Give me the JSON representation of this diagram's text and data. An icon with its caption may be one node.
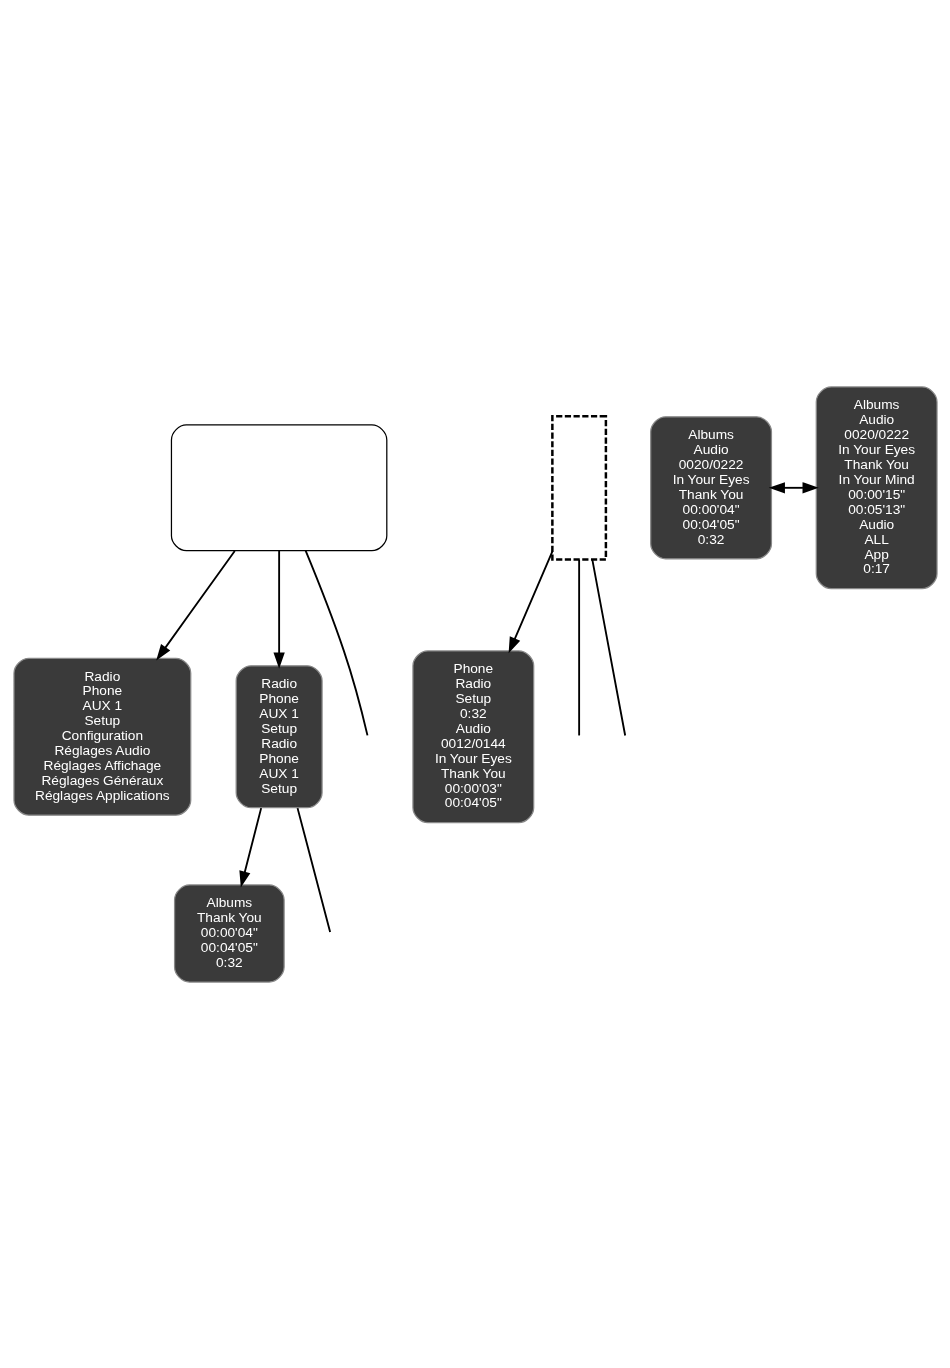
{
  "diagram": {
    "nodes": [
      {
        "text": [],
        "shape": "box"
      },
      {
        "text": [
          "Radio",
          "Phone",
          "AUX 1",
          "Setup",
          "Configuration",
          "Réglages Audio",
          "Réglages Affichage",
          "Réglages Généraux",
          "Réglages Applications"
        ]
      },
      {
        "text": [
          "Radio",
          "Phone",
          "AUX 1",
          "Setup",
          "Radio",
          "Phone",
          "AUX 1",
          "Setup"
        ]
      },
      {
        "text": [],
        "shape": "box"
      },
      {
        "text": [
          "Albums",
          "Thank You",
          "00:00'04\"",
          "00:04'05\"",
          "0:32"
        ]
      },
      {
        "text": [
          "Phone",
          "Radio",
          "Setup",
          "0:32",
          "Audio",
          "0012/0144",
          "In Your Eyes",
          "Thank You",
          "00:00'03\"",
          "00:04'05\""
        ]
      },
      {
        "text": [
          "Albums",
          "Audio",
          "0020/0222",
          "In Your Eyes",
          "Thank You",
          "00:00'04\"",
          "00:04'05\"",
          "0:32"
        ]
      },
      {
        "text": [
          "Albums",
          "Audio",
          "0020/0222",
          "In Your Eyes",
          "Thank You",
          "In Your Mind",
          "00:00'15\"",
          "00:05'13\"",
          "Audio",
          "ALL",
          "App",
          "0:17"
        ]
      }
    ],
    "edges": [
      {
        "from": 0,
        "to": 2,
        "arrow": "to"
      },
      {
        "from": 0,
        "to": 1,
        "arrow": "to"
      },
      {
        "from": 0,
        "to": null,
        "arrow": "none"
      },
      {
        "from": 3,
        "to": 5,
        "arrow": "to"
      },
      {
        "from": 3,
        "to": null,
        "arrow": "none"
      },
      {
        "from": 3,
        "to": null,
        "arrow": "none"
      },
      {
        "from": 2,
        "to": null,
        "arrow": "none"
      },
      {
        "from": 2,
        "to": 4,
        "arrow": "to"
      },
      {
        "from": 6,
        "to": 7,
        "arrow": "both"
      }
    ]
  }
}
